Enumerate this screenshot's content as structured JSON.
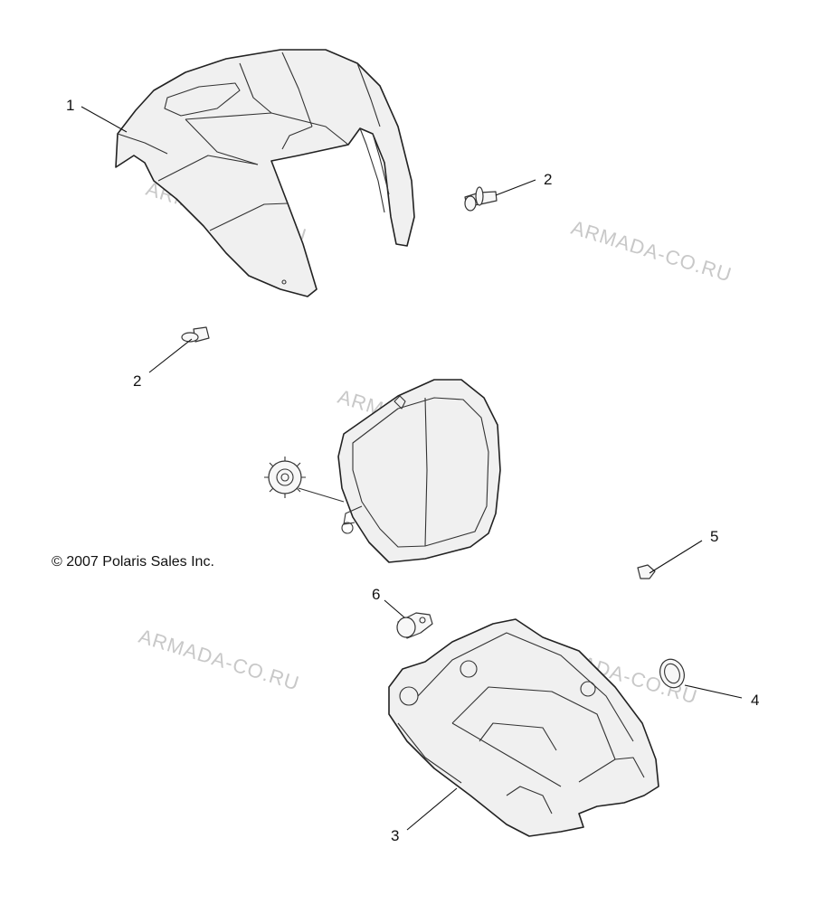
{
  "copyright": "© 2007 Polaris Sales Inc.",
  "watermark": "ARMADA-CO.RU",
  "callouts": {
    "c1": "1",
    "c2a": "2",
    "c2b": "2",
    "c3": "3",
    "c4": "4",
    "c5": "5",
    "c6": "6"
  }
}
